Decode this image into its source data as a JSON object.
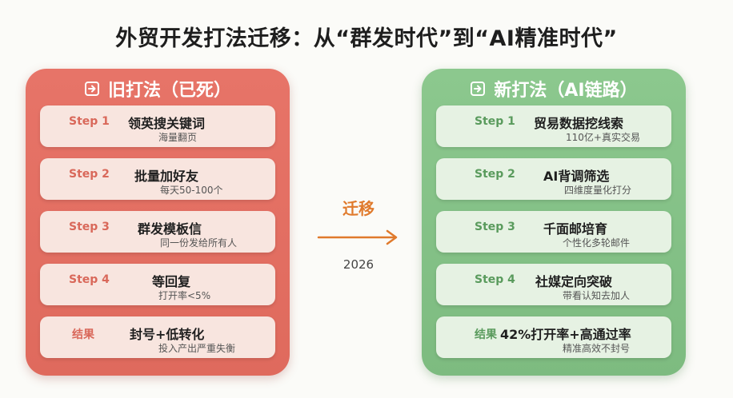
{
  "title": "外贸开发打法迁移：从“群发时代”到“AI精准时代”",
  "old": {
    "heading": "旧打法（已死）",
    "icon": "login-arrow-icon",
    "color": "#df6a5d",
    "cards": [
      {
        "step": "Step 1",
        "main": "领英搜关键词",
        "sub": "海量翻页"
      },
      {
        "step": "Step 2",
        "main": "批量加好友",
        "sub": "每天50-100个"
      },
      {
        "step": "Step 3",
        "main": "群发模板信",
        "sub": "同一份发给所有人"
      },
      {
        "step": "Step 4",
        "main": "等回复",
        "sub": "打开率<5%"
      },
      {
        "step": "结果",
        "main": "封号+低转化",
        "sub": "投入产出严重失衡"
      }
    ]
  },
  "new": {
    "heading": "新打法（AI链路）",
    "icon": "login-arrow-icon",
    "color": "#7dbb80",
    "cards": [
      {
        "step": "Step 1",
        "main": "贸易数据挖线索",
        "sub": "110亿+真实交易"
      },
      {
        "step": "Step 2",
        "main": "AI背调筛选",
        "sub": "四维度量化打分"
      },
      {
        "step": "Step 3",
        "main": "千面邮培育",
        "sub": "个性化多轮邮件"
      },
      {
        "step": "Step 4",
        "main": "社媒定向突破",
        "sub": "带看认知去加人"
      },
      {
        "step": "结果",
        "main": "42%打开率+高通过率",
        "sub": "精准高效不封号"
      }
    ]
  },
  "middle": {
    "label": "迁移",
    "year": "2026",
    "accent": "#e07a2c"
  }
}
